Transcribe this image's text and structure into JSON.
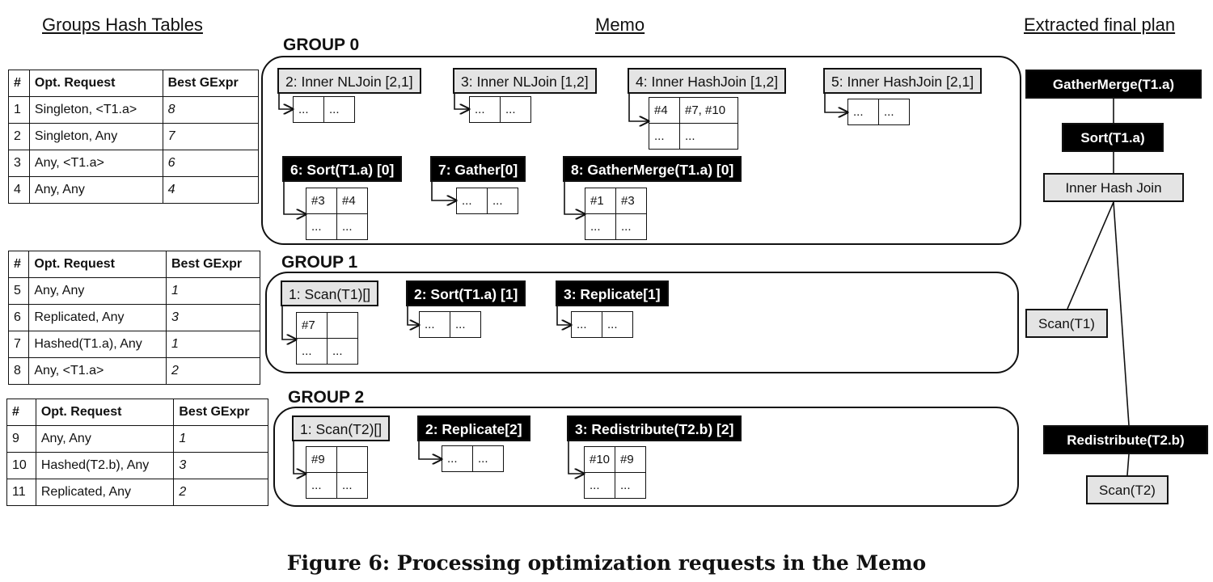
{
  "headers": {
    "hash_tables": "Groups Hash Tables",
    "memo": "Memo",
    "final_plan": "Extracted final plan"
  },
  "hash_columns": [
    "#",
    "Opt. Request",
    "Best GExpr"
  ],
  "hash_tables": [
    {
      "rows": [
        {
          "id": "1",
          "request": "Singleton,  <T1.a>",
          "best": "8"
        },
        {
          "id": "2",
          "request": "Singleton, Any",
          "best": "7"
        },
        {
          "id": "3",
          "request": "Any,  <T1.a>",
          "best": "6"
        },
        {
          "id": "4",
          "request": "Any,  Any",
          "best": "4"
        }
      ]
    },
    {
      "rows": [
        {
          "id": "5",
          "request": "Any, Any",
          "best": "1"
        },
        {
          "id": "6",
          "request": "Replicated, Any",
          "best": "3"
        },
        {
          "id": "7",
          "request": "Hashed(T1.a), Any",
          "best": "1"
        },
        {
          "id": "8",
          "request": "Any, <T1.a>",
          "best": "2"
        }
      ]
    },
    {
      "rows": [
        {
          "id": "9",
          "request": "Any, Any",
          "best": "1"
        },
        {
          "id": "10",
          "request": "Hashed(T2.b), Any",
          "best": "3"
        },
        {
          "id": "11",
          "request": "Replicated, Any",
          "best": "2"
        }
      ]
    }
  ],
  "groups": [
    {
      "label": "GROUP 0",
      "gexprs": [
        {
          "label": "2: Inner NLJoin [2,1]",
          "style": "light",
          "cells": [
            "...",
            "..."
          ]
        },
        {
          "label": "3: Inner NLJoin [1,2]",
          "style": "light",
          "cells": [
            "...",
            "..."
          ]
        },
        {
          "label": "4: Inner HashJoin [1,2]",
          "style": "light",
          "cells": [
            "#4",
            "#7, #10",
            "...",
            "..."
          ]
        },
        {
          "label": "5: Inner HashJoin [2,1]",
          "style": "light",
          "cells": [
            "...",
            "..."
          ]
        },
        {
          "label": "6: Sort(T1.a) [0]",
          "style": "dark",
          "cells": [
            "#3",
            "#4",
            "...",
            "..."
          ]
        },
        {
          "label": "7: Gather[0]",
          "style": "dark",
          "cells": [
            "...",
            "..."
          ]
        },
        {
          "label": "8: GatherMerge(T1.a) [0]",
          "style": "dark",
          "cells": [
            "#1",
            "#3",
            "...",
            "..."
          ]
        }
      ]
    },
    {
      "label": "GROUP 1",
      "gexprs": [
        {
          "label": "1: Scan(T1)[]",
          "style": "light",
          "cells": [
            "#7",
            "",
            "...",
            "..."
          ]
        },
        {
          "label": "2: Sort(T1.a) [1]",
          "style": "dark",
          "cells": [
            "...",
            "..."
          ]
        },
        {
          "label": "3: Replicate[1]",
          "style": "dark",
          "cells": [
            "...",
            "..."
          ]
        }
      ]
    },
    {
      "label": "GROUP 2",
      "gexprs": [
        {
          "label": "1: Scan(T2)[]",
          "style": "light",
          "cells": [
            "#9",
            "",
            "...",
            "..."
          ]
        },
        {
          "label": "2: Replicate[2]",
          "style": "dark",
          "cells": [
            "...",
            "..."
          ]
        },
        {
          "label": "3: Redistribute(T2.b) [2]",
          "style": "dark",
          "cells": [
            "#10",
            "#9",
            "...",
            "..."
          ]
        }
      ]
    }
  ],
  "final_plan": {
    "nodes": [
      {
        "label": "GatherMerge(T1.a)",
        "style": "dark"
      },
      {
        "label": "Sort(T1.a)",
        "style": "dark"
      },
      {
        "label": "Inner Hash Join",
        "style": "light"
      },
      {
        "label": "Scan(T1)",
        "style": "light"
      },
      {
        "label": "Redistribute(T2.b)",
        "style": "dark"
      },
      {
        "label": "Scan(T2)",
        "style": "light"
      }
    ]
  },
  "caption": "Figure 6: Processing optimization requests in the Memo"
}
